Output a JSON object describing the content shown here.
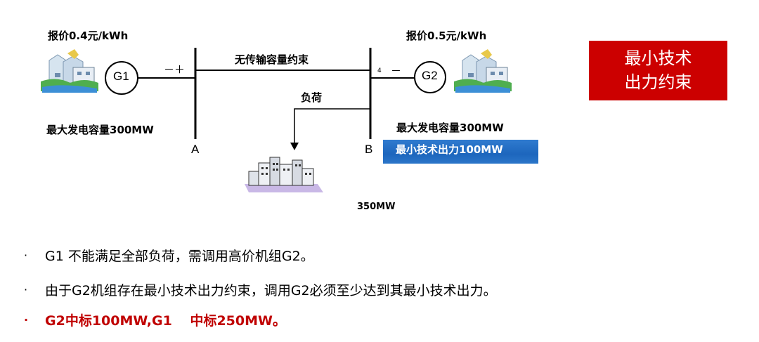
{
  "diagram": {
    "left": {
      "price": "报价0.4元/kWh",
      "generator": "G1",
      "sign": "－＋",
      "capacity": "最大发电容量300MW",
      "node": "A"
    },
    "right": {
      "price": "报价0.5元/kWh",
      "generator": "G2",
      "small_mark": "4",
      "sign": "－",
      "capacity": "最大发电容量300MW",
      "node": "B",
      "min_output": "最小技术出力100MW"
    },
    "line_label": "无传输容量约束",
    "load_label": "负荷",
    "load_value": "350MW"
  },
  "callout": {
    "line1": "最小技术",
    "line2": "出力约束",
    "color": "#cc0000"
  },
  "bullets": [
    {
      "marker": "·",
      "text": "G1 不能满足全部负荷，需调用高价机组G2。"
    },
    {
      "marker": "·",
      "text": "由于G2机组存在最小技术出力约束，调用G2必须至少达到其最小技术出力。"
    },
    {
      "marker": "·",
      "text": "G2中标100MW,G1　 中标250MW。",
      "color": "#c00000"
    }
  ],
  "icons": [
    "power-plant-icon",
    "city-icon"
  ]
}
